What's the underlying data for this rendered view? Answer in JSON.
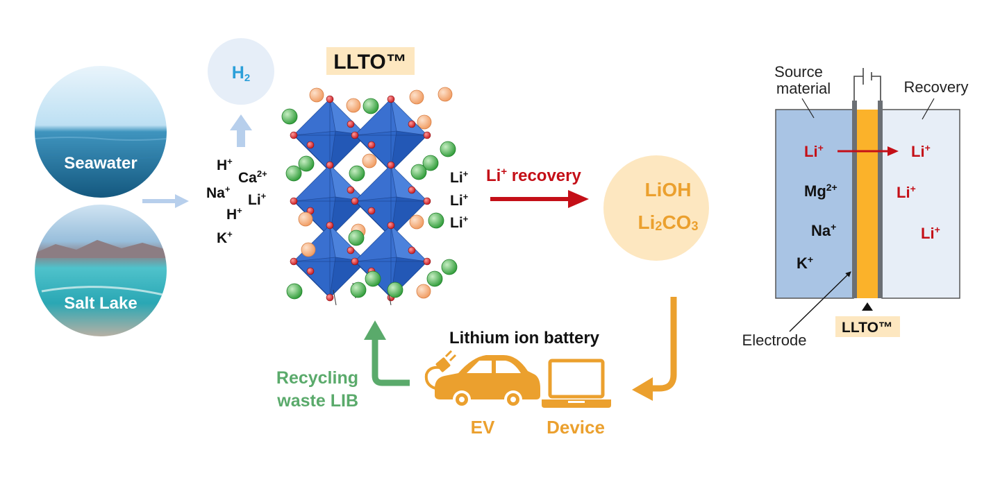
{
  "sources": {
    "seawater": "Seawater",
    "salt_lake": "Salt Lake"
  },
  "h2": {
    "base": "H",
    "sub": "2"
  },
  "ions_in": [
    {
      "base": "H",
      "sup": "+"
    },
    {
      "base": "Ca",
      "sup": "2+"
    },
    {
      "base": "Na",
      "sup": "+"
    },
    {
      "base": "Li",
      "sup": "+"
    },
    {
      "base": "H",
      "sup": "+"
    },
    {
      "base": "K",
      "sup": "+"
    }
  ],
  "lltо_title": "LLTO™",
  "ions_out": [
    {
      "base": "Li",
      "sup": "+"
    },
    {
      "base": "Li",
      "sup": "+"
    },
    {
      "base": "Li",
      "sup": "+"
    }
  ],
  "recovery_label": {
    "base": "Li",
    "sup": "+",
    "rest": " recovery"
  },
  "products": {
    "lioh": "LiOH",
    "li2co3": {
      "a": "Li",
      "sub": "2",
      "b": "CO",
      "sub2": "3"
    }
  },
  "battery": {
    "title": "Lithium ion battery",
    "ev": "EV",
    "device": "Device",
    "recycling_line1": "Recycling",
    "recycling_line2": "waste LIB"
  },
  "cell": {
    "source_line1": "Source",
    "source_line2": "material",
    "recovery": "Recovery",
    "electrode": "Electrode",
    "lltо": "LLTO™",
    "left_ions": [
      {
        "base": "Li",
        "sup": "+"
      },
      {
        "base": "Mg",
        "sup": "2+"
      },
      {
        "base": "Na",
        "sup": "+"
      },
      {
        "base": "K",
        "sup": "+"
      }
    ],
    "right_ions": [
      {
        "base": "Li",
        "sup": "+"
      },
      {
        "base": "Li",
        "sup": "+"
      },
      {
        "base": "Li",
        "sup": "+"
      }
    ]
  },
  "colors": {
    "light_blue_arrow": "#b7cfec",
    "red": "#c40f17",
    "orange": "#eba02e",
    "green": "#5aaa6b",
    "octahedron": "#2f67c8",
    "ion_orange": "#f4a46f",
    "ion_green": "#3fae4a",
    "product_circle": "#fde7c0",
    "cell_left": "#a9c4e4",
    "cell_right": "#e7eef7",
    "membrane": "#fbb22a",
    "label_bg": "#fde7c0"
  }
}
